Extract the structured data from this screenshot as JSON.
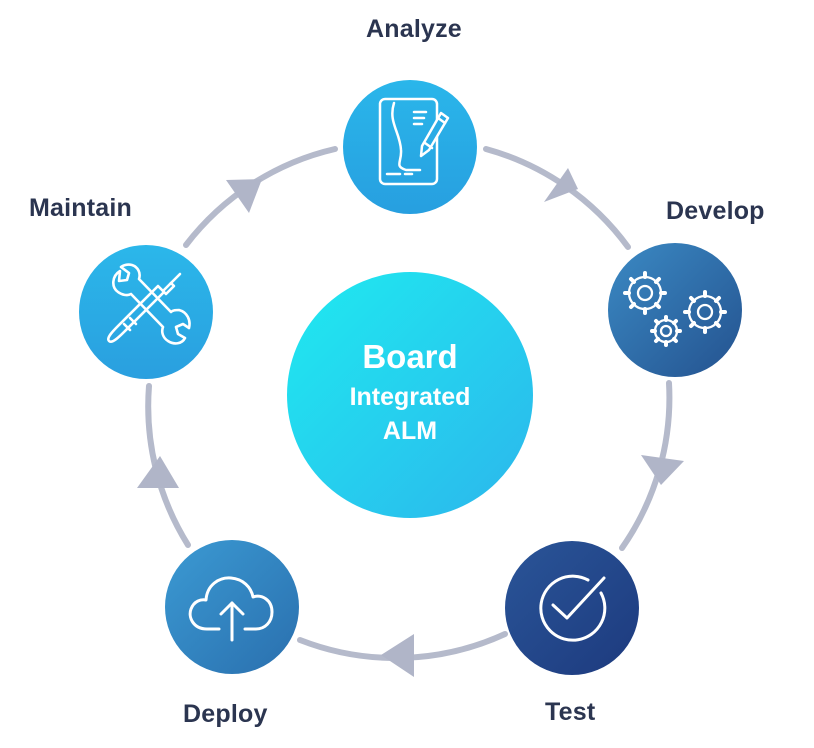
{
  "center": {
    "title": "Board",
    "line1": "Integrated",
    "line2": "ALM"
  },
  "stages": [
    {
      "id": "analyze",
      "label": "Analyze",
      "icon": "document-pen-icon"
    },
    {
      "id": "develop",
      "label": "Develop",
      "icon": "gears-icon"
    },
    {
      "id": "test",
      "label": "Test",
      "icon": "check-circle-icon"
    },
    {
      "id": "deploy",
      "label": "Deploy",
      "icon": "cloud-upload-icon"
    },
    {
      "id": "maintain",
      "label": "Maintain",
      "icon": "wrench-screwdriver-icon"
    }
  ],
  "colors": {
    "ring": "#b5bacb",
    "center_start": "#20e6ec",
    "center_end": "#2ab9ec",
    "light_blue": "#29aee6",
    "mid_blue": "#2f6fb0",
    "dark_blue": "#1f3f87",
    "label": "#2b3550"
  }
}
